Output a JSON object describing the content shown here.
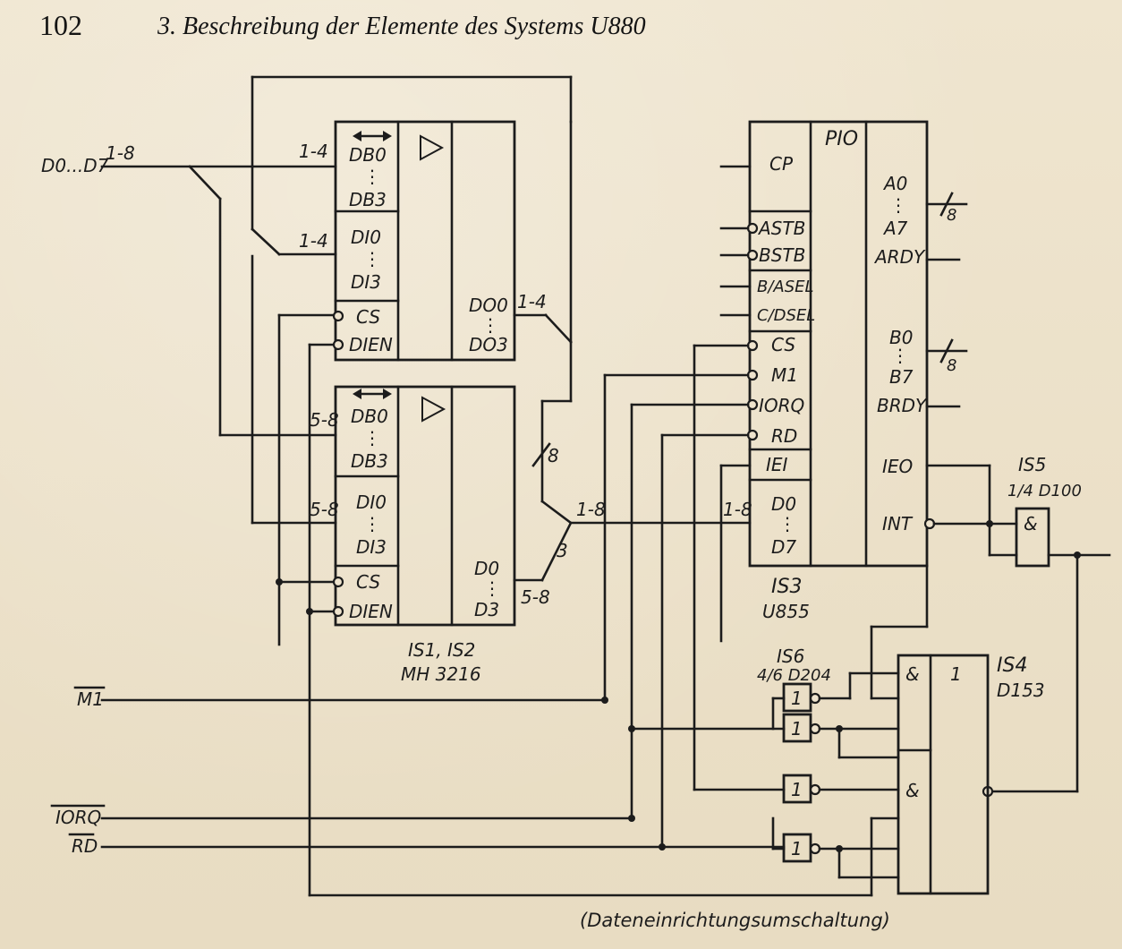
{
  "header": {
    "page_number": "102",
    "chapter_title": "3. Beschreibung der Elemente des Systems U880"
  },
  "left_signals": {
    "data_bus": "D0...D7",
    "data_bus_width": "1-8",
    "m1": "M1",
    "iorq": "IORQ",
    "rd": "RD"
  },
  "ic_is1": {
    "pins_left": [
      "DB0",
      "DB3",
      "DI0",
      "DI3",
      "CS",
      "DIEN"
    ],
    "pins_right": [
      "DO0",
      "DO3"
    ],
    "bus_in": "1-4",
    "bus_di": "1-4",
    "bus_out": "1-4"
  },
  "ic_is2": {
    "pins_left": [
      "DB0",
      "DB3",
      "DI0",
      "DI3",
      "CS",
      "DIEN"
    ],
    "pins_right": [
      "D0",
      "D3"
    ],
    "bus_in": "5-8",
    "bus_di": "5-8",
    "bus_out": "5-8"
  },
  "ic_is12_label": "IS1, IS2",
  "ic_is12_type": "MH 3216",
  "bus_merge": {
    "width": "8",
    "range": "1-8",
    "split": "3"
  },
  "pio": {
    "title": "PIO",
    "label": "IS3",
    "type": "U855",
    "pins_left": [
      "CP",
      "ASTB",
      "BSTB",
      "B/ASEL",
      "C/DSEL",
      "CS",
      "M1",
      "IORQ",
      "RD",
      "IEI",
      "D0",
      "D7"
    ],
    "pins_right": [
      "A0",
      "A7",
      "ARDY",
      "B0",
      "B7",
      "BRDY",
      "IEO",
      "INT"
    ],
    "bus_data": "1-8",
    "port_a_width": "8",
    "port_b_width": "8"
  },
  "is5": {
    "label": "IS5",
    "type": "1/4 D100",
    "symbol": "&"
  },
  "is6": {
    "label": "IS6",
    "type": "4/6 D204",
    "symbol": "1"
  },
  "is4": {
    "label": "IS4",
    "type": "D153",
    "and_symbol": "&",
    "or_symbol": "1"
  },
  "caption": "(Dateneinrichtungsumschaltung)"
}
